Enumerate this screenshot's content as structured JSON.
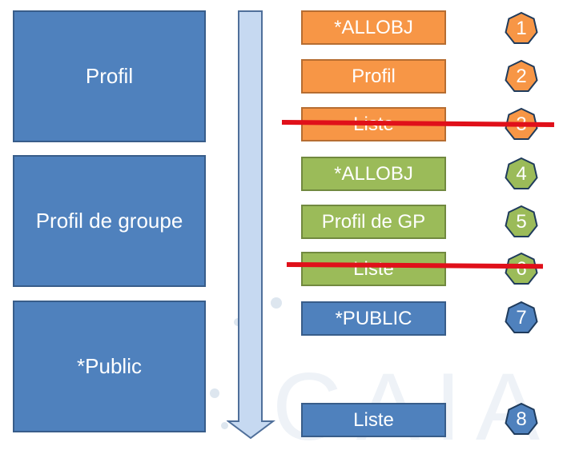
{
  "groups": [
    {
      "label": "Profil"
    },
    {
      "label": "Profil de groupe"
    },
    {
      "label": "*Public"
    }
  ],
  "steps": [
    {
      "label": "*ALLOBJ",
      "number": "1",
      "color": "orange",
      "struck": false
    },
    {
      "label": "Profil",
      "number": "2",
      "color": "orange",
      "struck": false
    },
    {
      "label": "Liste",
      "number": "3",
      "color": "orange",
      "struck": true
    },
    {
      "label": "*ALLOBJ",
      "number": "4",
      "color": "green",
      "struck": false
    },
    {
      "label": "Profil de GP",
      "number": "5",
      "color": "green",
      "struck": false
    },
    {
      "label": "Liste",
      "number": "6",
      "color": "green",
      "struck": true
    },
    {
      "label": "*PUBLIC",
      "number": "7",
      "color": "blue",
      "struck": false
    },
    {
      "label": "Liste",
      "number": "8",
      "color": "blue",
      "struck": false
    }
  ],
  "colors": {
    "orange": "#f79646",
    "green": "#9bbb59",
    "blue": "#4f81bd",
    "arrow": "#c6d9f1",
    "strike": "#e0101a"
  },
  "watermark": {
    "text": "CAIA"
  }
}
